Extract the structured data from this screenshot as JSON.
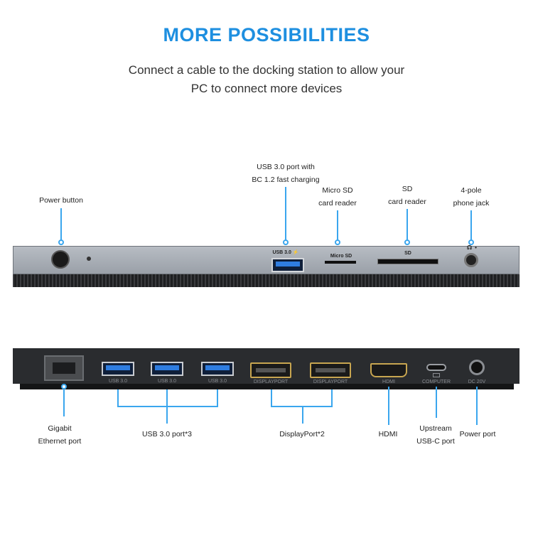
{
  "header": {
    "title": "MORE POSSIBILITIES",
    "subtitle_line1": "Connect a cable to the docking station to allow your",
    "subtitle_line2": "PC to connect more devices"
  },
  "front_labels": {
    "power_button": "Power button",
    "usb_line1": "USB 3.0 port with",
    "usb_line2": "BC 1.2 fast charging",
    "microsd_line1": "Micro SD",
    "microsd_line2": "card reader",
    "sd_line1": "SD",
    "sd_line2": "card reader",
    "phone_line1": "4-pole",
    "phone_line2": "phone jack"
  },
  "front_port_text": {
    "usb": "USB 3.0 ⚡",
    "microsd": "Micro SD",
    "sd": "SD",
    "phone": "☊ •"
  },
  "back_labels": {
    "ethernet_line1": "Gigabit",
    "ethernet_line2": "Ethernet port",
    "usb": "USB 3.0 port*3",
    "displayport": "DisplayPort*2",
    "hdmi": "HDMI",
    "usbc_line1": "Upstream",
    "usbc_line2": "USB-C port",
    "power": "Power port"
  },
  "back_port_text": {
    "usb1": "USB 3.0",
    "usb2": "USB 3.0",
    "usb3": "USB 3.0",
    "dp1": "DISPLAYPORT",
    "dp2": "DISPLAYPORT",
    "hdmi": "HDMI",
    "computer": "COMPUTER",
    "dc": "DC 20V"
  },
  "colors": {
    "accent": "#1e8fe0",
    "line": "#3aa6ee"
  }
}
